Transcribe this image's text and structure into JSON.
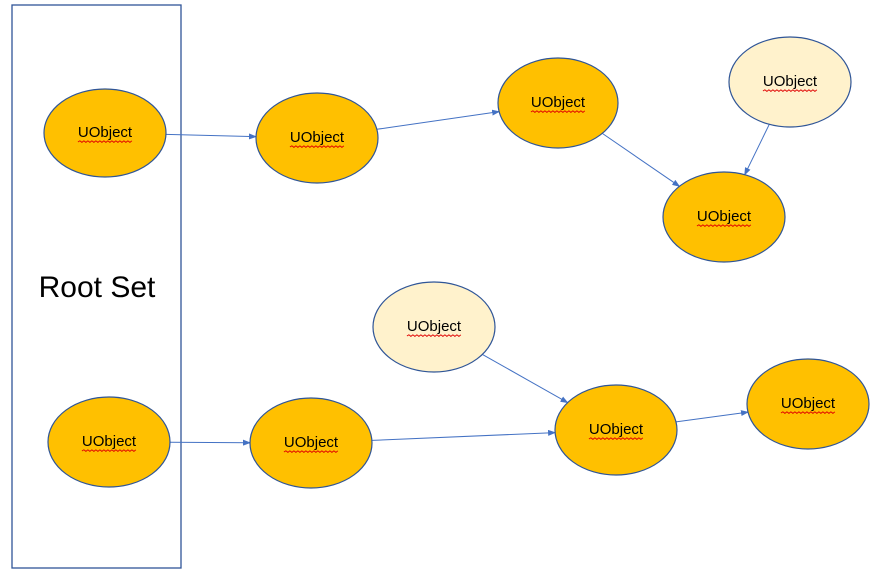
{
  "root_set": {
    "label": "Root Set"
  },
  "colors": {
    "reachable_fill": "#FFC000",
    "unreachable_fill": "#FFF2CC",
    "node_stroke": "#2F5597",
    "edge": "#4472C4",
    "root_border": "#2F5597",
    "spellcheck_underline": "#E00000"
  },
  "nodes": [
    {
      "id": "root-1",
      "label": "UObject",
      "state": "reachable",
      "in_root_set": true
    },
    {
      "id": "a1",
      "label": "UObject",
      "state": "reachable"
    },
    {
      "id": "a2",
      "label": "UObject",
      "state": "reachable"
    },
    {
      "id": "a3",
      "label": "UObject",
      "state": "reachable"
    },
    {
      "id": "u1",
      "label": "UObject",
      "state": "unreachable"
    },
    {
      "id": "root-2",
      "label": "UObject",
      "state": "reachable",
      "in_root_set": true
    },
    {
      "id": "b1",
      "label": "UObject",
      "state": "reachable"
    },
    {
      "id": "u2",
      "label": "UObject",
      "state": "unreachable"
    },
    {
      "id": "b2",
      "label": "UObject",
      "state": "reachable"
    },
    {
      "id": "b3",
      "label": "UObject",
      "state": "reachable"
    }
  ],
  "edges": [
    {
      "from": "root-1",
      "to": "a1"
    },
    {
      "from": "a1",
      "to": "a2"
    },
    {
      "from": "a2",
      "to": "a3"
    },
    {
      "from": "u1",
      "to": "a3"
    },
    {
      "from": "root-2",
      "to": "b1"
    },
    {
      "from": "b1",
      "to": "b2"
    },
    {
      "from": "u2",
      "to": "b2"
    },
    {
      "from": "b2",
      "to": "b3"
    }
  ]
}
